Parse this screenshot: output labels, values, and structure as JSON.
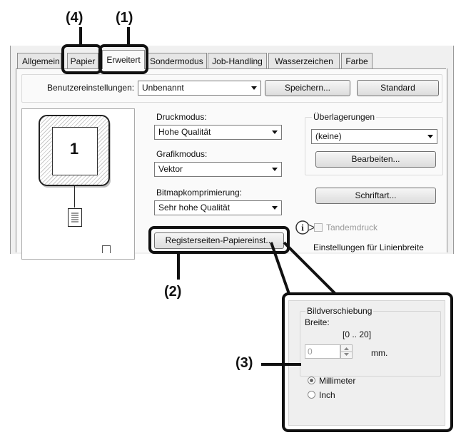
{
  "callouts": {
    "c1": "(1)",
    "c2": "(2)",
    "c3": "(3)",
    "c4": "(4)"
  },
  "tabs": [
    {
      "label": "Allgemein",
      "active": false
    },
    {
      "label": "Papier",
      "active": false
    },
    {
      "label": "Erweitert",
      "active": true
    },
    {
      "label": "Sondermodus",
      "active": false
    },
    {
      "label": "Job-Handling",
      "active": false
    },
    {
      "label": "Wasserzeichen",
      "active": false
    },
    {
      "label": "Farbe",
      "active": false
    }
  ],
  "user_settings": {
    "label": "Benutzereinstellungen:",
    "value": "Unbenannt",
    "save_button": "Speichern...",
    "default_button": "Standard"
  },
  "preview": {
    "page_number": "1"
  },
  "print_mode": {
    "label": "Druckmodus:",
    "value": "Hohe Qualität"
  },
  "graphics_mode": {
    "label": "Grafikmodus:",
    "value": "Vektor"
  },
  "bitmap_compression": {
    "label": "Bitmapkomprimierung:",
    "value": "Sehr hohe Qualität"
  },
  "tab_paper_button": "Registerseiten-Papiereinst...",
  "overlays": {
    "label": "Überlagerungen",
    "value": "(keine)",
    "edit_button": "Bearbeiten..."
  },
  "font_button": "Schriftart...",
  "tandem": {
    "label": "Tandemdruck",
    "checked": false
  },
  "line_width_label": "Einstellungen für Linienbreite",
  "zoom": {
    "group_title": "Bildverschiebung",
    "width_label": "Breite:",
    "range": "[0 .. 20]",
    "value": "0",
    "unit": "mm.",
    "radio_mm": "Millimeter",
    "radio_inch": "Inch",
    "selected_unit": "Millimeter"
  }
}
